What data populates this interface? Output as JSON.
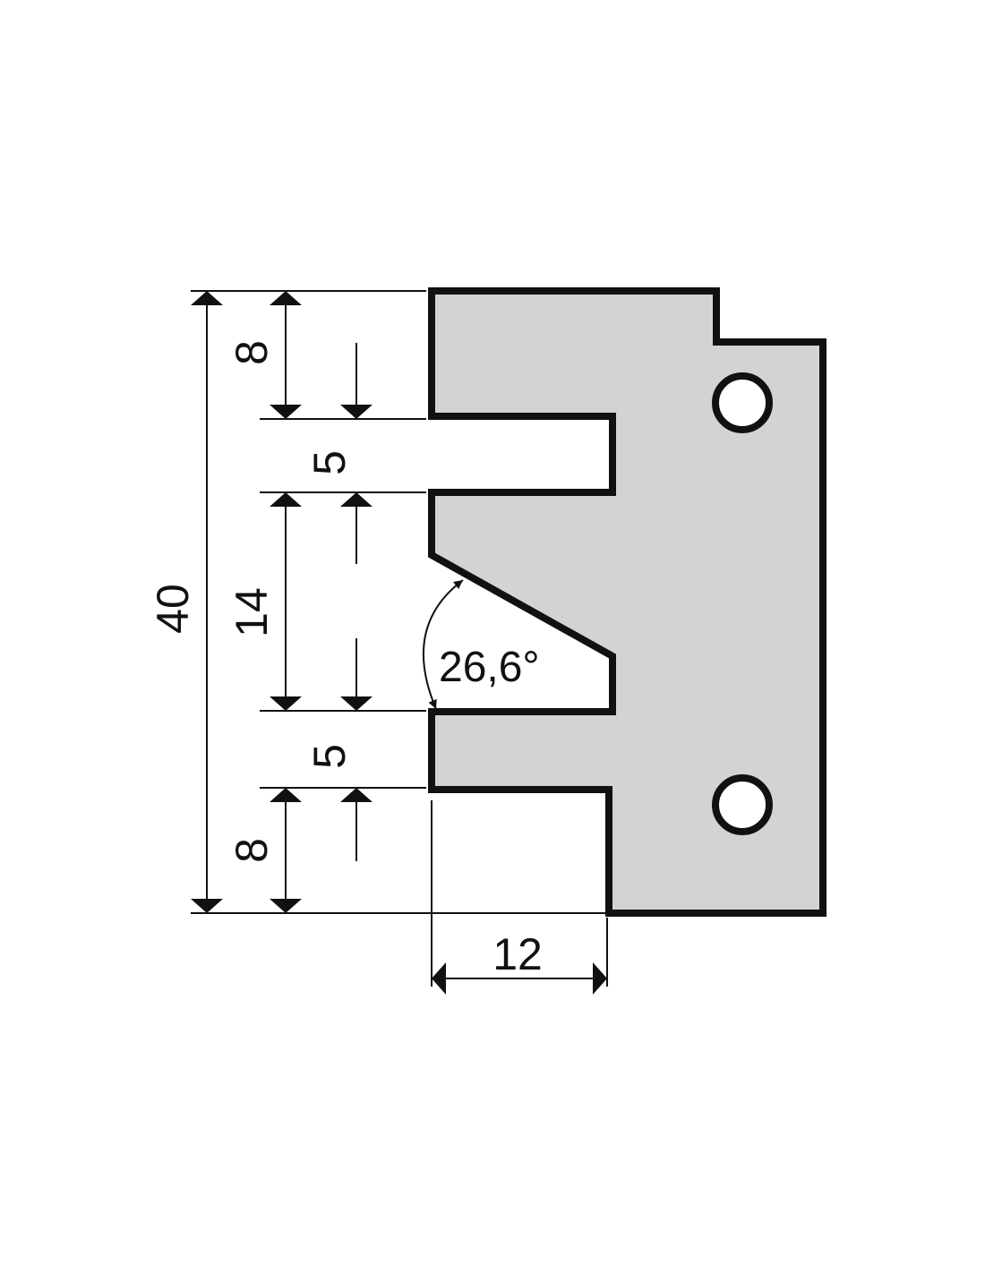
{
  "dimensions": {
    "total_height": "40",
    "top_section": "8",
    "upper_groove": "5",
    "middle_section": "14",
    "lower_groove": "5",
    "bottom_section": "8",
    "bottom_width": "12",
    "angle": "26,6°"
  },
  "colors": {
    "profile_fill": "#d1d3d4",
    "outline": "#111111",
    "background": "#ffffff"
  }
}
